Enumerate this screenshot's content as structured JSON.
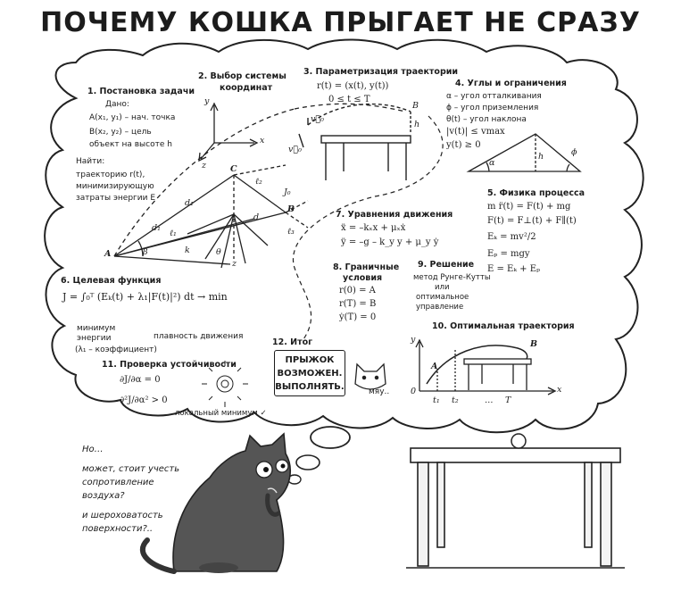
{
  "title": "ПОЧЕМУ КОШКА ПРЫГАЕТ НЕ СРАЗУ",
  "s1": {
    "heading": "1. Постановка задачи",
    "given": "Дано:",
    "a_point": "A(x₁, y₁) – нач. точка",
    "b_point": "B(x₂, y₂) – цель",
    "b_note": "объект на высоте h",
    "find": "Найти:",
    "f1": "траекторию r(t),",
    "f2": "минимизирующую",
    "f3": "затраты энергии E"
  },
  "s2": {
    "heading1": "2. Выбор системы",
    "heading2": "координат"
  },
  "s3": {
    "heading": "3. Параметризация траектории",
    "eq1": "r(t) = (x(t), y(t))",
    "eq2": "0 ≤ t ≤ T"
  },
  "s4": {
    "heading": "4. Углы и ограничения",
    "l1": "α – угол отталкивания",
    "l2": "ϕ – угол приземления",
    "l3": "θ(t) – угол наклона",
    "l4": "|v(t)| ≤ vmax",
    "l5": "y(t) ≥ 0"
  },
  "s5": {
    "heading": "5. Физика процесса",
    "l1": "m r̈(t) = F(t) + mg",
    "l2": "F(t) = F⊥(t) + F∥(t)",
    "l3": "Eₖ = mv²/2",
    "l4": "Eₚ = mgy",
    "l5": "E = Eₖ + Eₚ"
  },
  "s6": {
    "heading": "6. Целевая функция",
    "formula": "J = ∫₀ᵀ (Eₖ(t) + λ₁|F(t)|²) dt → min",
    "n1": "минимум",
    "n2": "энергии",
    "n3": "(λ₁ – коэффициент)",
    "n4": "плавность движения"
  },
  "s7": {
    "heading": "7. Уравнения движения",
    "l1": "ẍ = –kₓx + μₓẋ",
    "l2": "ÿ = –g – k_y y + μ_y ẏ"
  },
  "s8": {
    "heading1": "8. Граничные",
    "heading2": "условия",
    "l1": "r(0) = A",
    "l2": "r(T) = B",
    "l3": "ẏ(T) = 0"
  },
  "s9": {
    "heading": "9. Решение",
    "l1": "метод Рунге-Кутты",
    "l2": "или",
    "l3": "оптимальное",
    "l4": "управление"
  },
  "s10": {
    "heading": "10. Оптимальная траектория",
    "y": "y",
    "x": "x",
    "zero": "0",
    "a": "A",
    "b": "B",
    "t1": "t₁",
    "t2": "t₂",
    "dots": "…",
    "T": "T"
  },
  "s11": {
    "heading": "11. Проверка устойчивости",
    "l1": "∂J/∂α = 0",
    "l2": "∂²J/∂α² > 0",
    "local": "локальный минимум ✓"
  },
  "s12": {
    "heading": "12. Итог",
    "r1": "ПРЫЖОК",
    "r2": "ВОЗМОЖЕН.",
    "r3": "ВЫПОЛНЯТЬ.",
    "meow": "мяу.."
  },
  "diagram": {
    "A": "A",
    "B": "B",
    "C": "C",
    "h": "h",
    "d1": "d₁",
    "l1": "ℓ₁",
    "l2": "ℓ₂",
    "l3": "ℓ₃",
    "d": "d",
    "alpha": "α",
    "beta": "β",
    "theta": "θ",
    "k": "k",
    "z": "z",
    "v0": "v⃗₀",
    "v0b": "v⃗₀",
    "ys": "y",
    "xs": "x",
    "zs": "z",
    "J": "J₀",
    "phi": "ϕ",
    "alpha2": "α",
    "h2": "h"
  },
  "thought": {
    "l1": "Но…",
    "l2": "может, стоит учесть",
    "l3": "сопротивление",
    "l4": "воздуха?",
    "l5": "и шероховатость",
    "l6": "поверхности?.."
  }
}
